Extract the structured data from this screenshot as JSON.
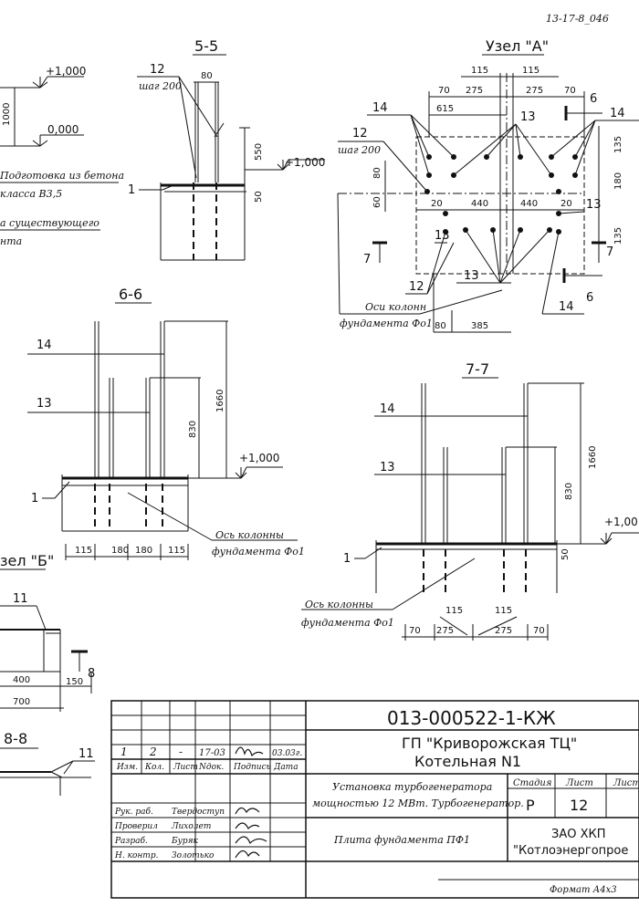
{
  "sheet_code": "13-17-8_046",
  "colors": {
    "ink": "#111111",
    "paper": "#ffffff"
  },
  "top_left": {
    "level_1": "+1,000",
    "level_0": "0,000",
    "dim_1000": "1000",
    "prep_line1": "Подготовка из бетона",
    "prep_line2": "класса B3,5",
    "exist_line1": "а существующего",
    "exist_line2": "нта"
  },
  "section_5_5": {
    "title": "5-5",
    "callout_12": "12",
    "step": "шаг 200",
    "dim_80": "80",
    "dim_550": "550",
    "dim_50": "50",
    "level": "+1,000",
    "callout_1": "1"
  },
  "node_a": {
    "title": "Узел \"А\"",
    "dims_top": [
      "115",
      "115"
    ],
    "dims_row2": [
      "70",
      "275",
      "275",
      "70"
    ],
    "dim_615": "615",
    "dims_mid": [
      "20",
      "440",
      "440",
      "20"
    ],
    "dims_left": [
      "80",
      "60"
    ],
    "dims_right": [
      "135",
      "180",
      "135"
    ],
    "dims_bottom": [
      "80",
      "385"
    ],
    "callout_14": "14",
    "callout_13": "13",
    "callout_12": "12",
    "step": "шаг 200",
    "sec6": "6",
    "sec7": "7",
    "axis_line1": "Оси колонн",
    "axis_line2": "фундамента Фо1"
  },
  "section_6_6": {
    "title": "6-6",
    "callout_14": "14",
    "callout_13": "13",
    "callout_1": "1",
    "dim_1660": "1660",
    "dim_830": "830",
    "level": "+1,000",
    "dims_bottom": [
      "115",
      "180",
      "180",
      "115"
    ],
    "axis_line1": "Ось колонны",
    "axis_line2": "фундамента Фо1"
  },
  "section_7_7": {
    "title": "7-7",
    "callout_14": "14",
    "callout_13": "13",
    "callout_1": "1",
    "dim_1660": "1660",
    "dim_830": "830",
    "dim_50": "50",
    "level": "+1,00",
    "dims_top": [
      "115",
      "115"
    ],
    "dims_bottom": [
      "70",
      "275",
      "275",
      "70"
    ],
    "axis_line1": "Ось колонны",
    "axis_line2": "фундамента Фо1"
  },
  "node_b": {
    "title": "зел \"Б\"",
    "callout_11": "11",
    "dim_400": "400",
    "dim_150": "150",
    "dim_700": "700",
    "sec8": "8"
  },
  "section_8_8": {
    "title": "8-8",
    "callout_11": "11"
  },
  "title_block": {
    "doc_code": "013-000522-1-КЖ",
    "project_line1": "ГП \"Криворожская ТЦ\"",
    "project_line2": "Котельная N1",
    "rev_values": [
      "1",
      "2",
      "-",
      "17-03",
      "",
      "03.03г."
    ],
    "rev_headers": [
      "Изм.",
      "Кол.",
      "Лист",
      "Nдок.",
      "Подпись",
      "Дата"
    ],
    "signoffs": [
      {
        "role": "Рук. раб.",
        "name": "Твердоступ"
      },
      {
        "role": "Проверил",
        "name": "Лихолет"
      },
      {
        "role": "Разраб.",
        "name": "Буряк"
      },
      {
        "role": "Н. контр.",
        "name": "Золотько"
      }
    ],
    "work_title_line1": "Установка турбогенератора",
    "work_title_line2": "мощностью 12 МВт. Турбогенератор.",
    "sheet_title": "Плита фундамента ПФ1",
    "stage_label": "Стадия",
    "sheet_label": "Лист",
    "sheets_label": "Лист",
    "stage_value": "Р",
    "sheet_value": "12",
    "org_line1": "ЗАО ХКП",
    "org_line2": "\"Котлоэнергопрое",
    "format": "Формат А4х3"
  }
}
